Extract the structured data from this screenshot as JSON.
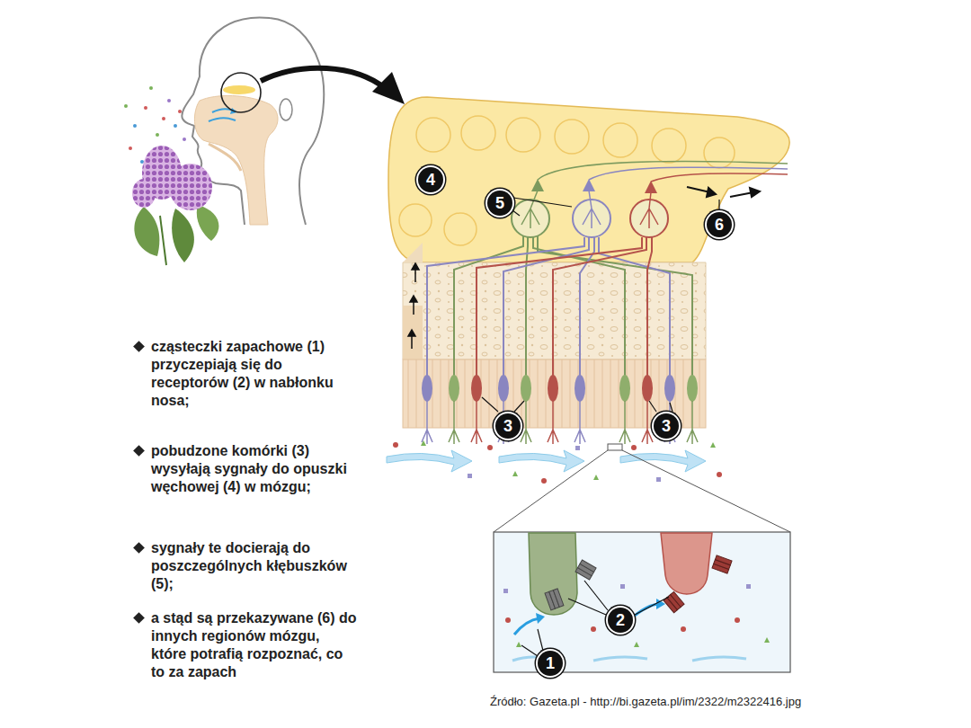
{
  "diagram": {
    "caption": "Źródło: Gazeta.pl - http://bi.gazeta.pl/im/2322/m2322416.jpg",
    "labels": [
      "4",
      "5",
      "6",
      "cząsteczki zapachowe (1) przyczepiają się do receptorów (2) w nabłonku nosa;",
      "3",
      "3",
      "pobudzone komórki (3) wysyłają sygnały do opuszki węchowej (4) w mózgu;",
      "sygnały te docierają do poszczególnych kłębuszków (5);",
      "2",
      "a stąd są przekazywane (6) do innych regionów mózgu, które potrafią rozpoznać, co to za zapach",
      "1"
    ]
  }
}
